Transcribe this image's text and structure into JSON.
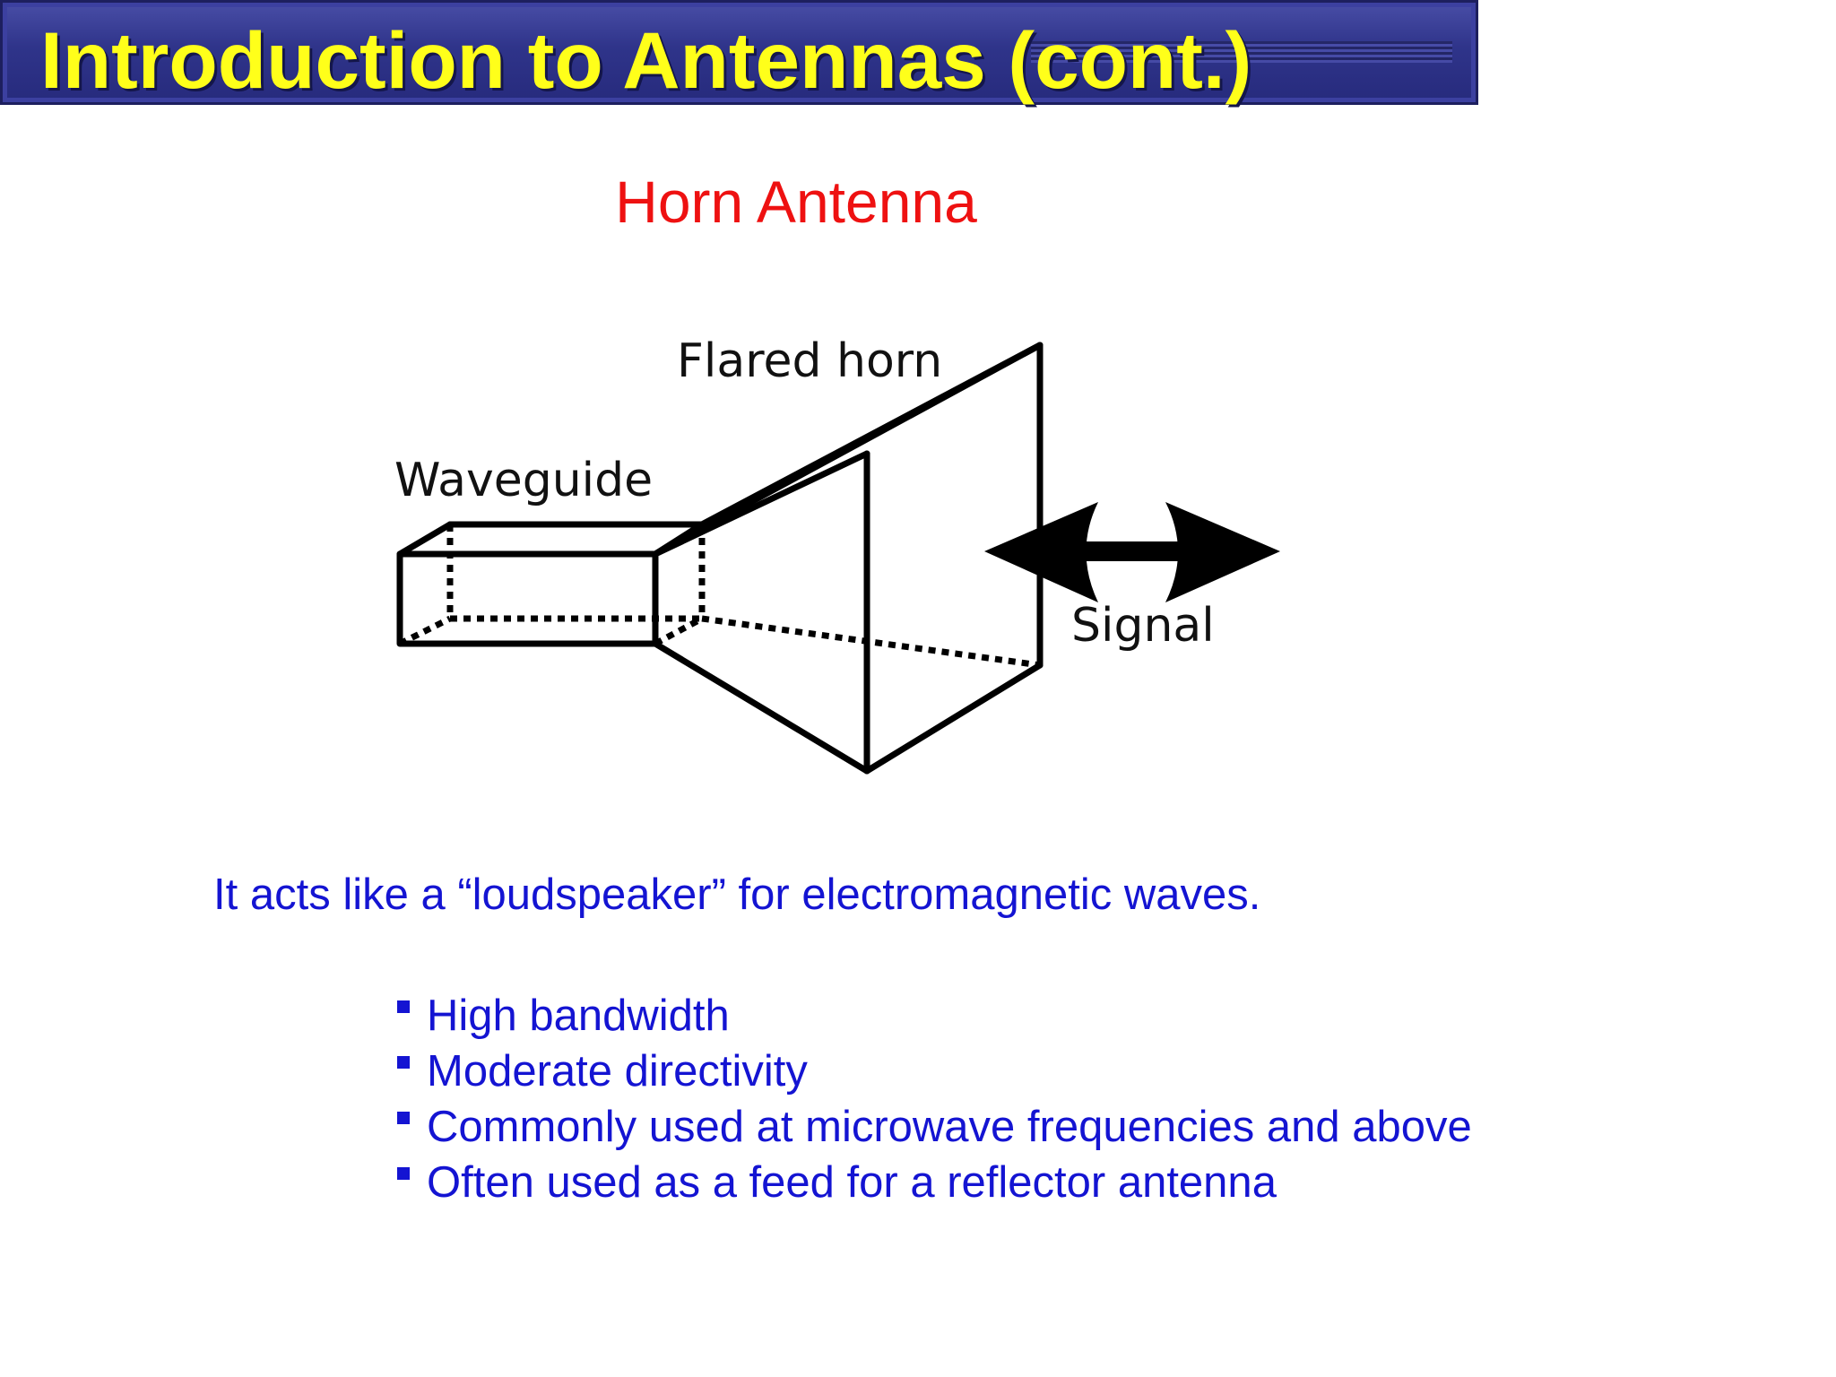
{
  "header": {
    "title": "Introduction to Antennas (cont.)"
  },
  "main": {
    "subtitle": "Horn Antenna",
    "diagram": {
      "labels": {
        "flared_horn": "Flared horn",
        "waveguide": "Waveguide",
        "signal": "Signal"
      }
    },
    "lead_text": "It acts like a “loudspeaker” for electromagnetic waves.",
    "bullets": [
      "High bandwidth",
      "Moderate directivity",
      "Commonly used at microwave frequencies and above",
      "Often used as a feed for a reflector antenna"
    ]
  },
  "colors": {
    "title_bar": "#2f348a",
    "title_text": "#ffff1a",
    "subtitle": "#ee1111",
    "body_text": "#1414d2"
  }
}
